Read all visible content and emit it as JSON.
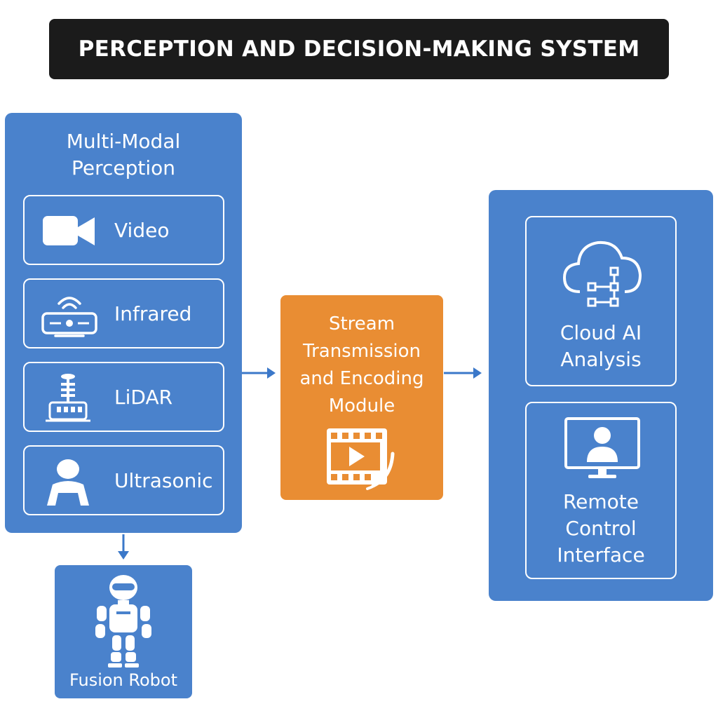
{
  "title": "PERCEPTION AND DECISION-MAKING SYSTEM",
  "perception": {
    "heading": "Multi-Modal\nPerception",
    "sensors": [
      {
        "label": "Video",
        "icon": "video-camera-icon"
      },
      {
        "label": "Infrared",
        "icon": "infrared-sensor-icon"
      },
      {
        "label": "LiDAR",
        "icon": "lidar-icon"
      },
      {
        "label": "Ultrasonic",
        "icon": "ultrasonic-person-icon"
      }
    ]
  },
  "stream_module": {
    "label": "Stream\nTransmission\nand Encoding\nModule",
    "icon": "video-film-play-icon"
  },
  "cloud": {
    "cards": [
      {
        "label": "Cloud AI\nAnalysis",
        "icon": "cloud-network-icon"
      },
      {
        "label": "Remote\nControl\nInterface",
        "icon": "monitor-user-icon"
      }
    ]
  },
  "robot": {
    "label": "Fusion Robot",
    "icon": "robot-icon"
  },
  "colors": {
    "panel_blue": "#4a82cc",
    "module_orange": "#e98d33",
    "title_bg": "#1b1b1b",
    "arrow": "#3b78c9"
  }
}
